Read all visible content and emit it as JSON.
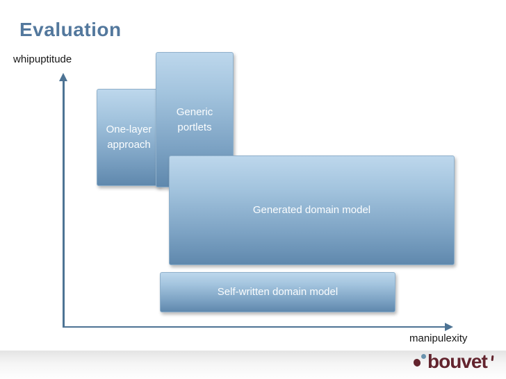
{
  "slide": {
    "title": "Evaluation"
  },
  "axes": {
    "y_label": "whipuptitude",
    "x_label": "manipulexity",
    "line_color": "#4d7394"
  },
  "diagram": {
    "type": "qualitative-2d-positioning",
    "boxes": {
      "one_layer": {
        "label": "One-layer\napproach",
        "position": "high whipuptitude, low manipulexity"
      },
      "generic": {
        "label": "Generic\nportlets",
        "position": "highest whipuptitude, low-mid manipulexity"
      },
      "generated": {
        "label": "Generated domain model",
        "position": "mid whipuptitude, mid-high manipulexity"
      },
      "self_written": {
        "label": "Self-written domain model",
        "position": "low whipuptitude, mid manipulexity"
      }
    }
  },
  "colors": {
    "title_text": "#53789d",
    "axis_line": "#4d7394",
    "box_gradient_top": "#bdd7ec",
    "box_gradient_bottom": "#5f88ad",
    "box_text": "#fbfdfe",
    "logo_maroon": "#63242e",
    "logo_blue": "#6a93ae"
  },
  "footer": {
    "logo_text": "bouvet"
  }
}
